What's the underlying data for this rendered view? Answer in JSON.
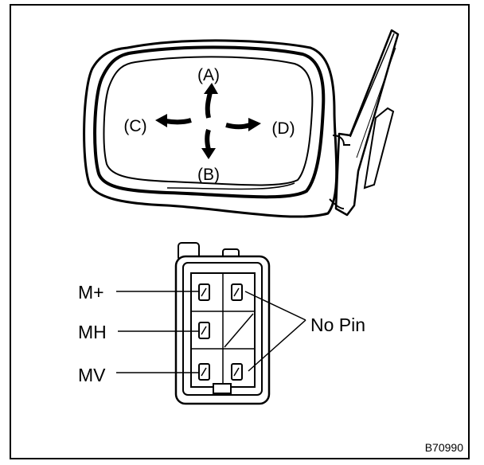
{
  "directions": {
    "up": "(A)",
    "down": "(B)",
    "left": "(C)",
    "right": "(D)"
  },
  "connector": {
    "terminal_m_plus": "M+",
    "terminal_mh": "MH",
    "terminal_mv": "MV",
    "no_pin_label": "No Pin"
  },
  "figure_id": "B70990"
}
